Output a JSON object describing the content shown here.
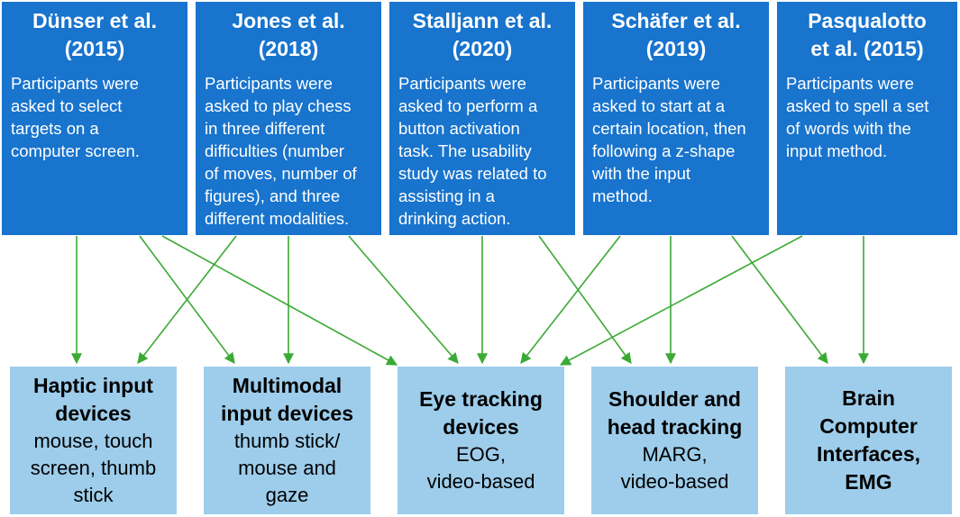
{
  "studies": [
    {
      "title": "Dünser et al.\n(2015)",
      "desc": "Participants were\nasked to select\ntargets on a\ncomputer screen."
    },
    {
      "title": "Jones et al.\n(2018)",
      "desc": "Participants were\nasked to play chess\nin three different\ndifficulties (number\nof moves, number of\nfigures), and three\ndifferent modalities."
    },
    {
      "title": "Stalljann et al.\n(2020)",
      "desc": "Participants were\nasked to perform a\nbutton activation\ntask. The usability\nstudy was related to\nassisting in a\ndrinking action."
    },
    {
      "title": "Schäfer et al.\n(2019)",
      "desc": "Participants were\nasked to start at a\ncertain location, then\nfollowing a z-shape\nwith the input\nmethod."
    },
    {
      "title": "Pasqualotto\net al. (2015)",
      "desc": "Participants were\nasked to spell a set\nof words with the\ninput method."
    }
  ],
  "categories": [
    {
      "title": "Haptic input\ndevices",
      "desc": "mouse, touch\nscreen, thumb\nstick"
    },
    {
      "title": "Multimodal\ninput devices",
      "desc": "thumb stick/\nmouse and\ngaze"
    },
    {
      "title": "Eye tracking\ndevices",
      "desc": "EOG,\nvideo-based"
    },
    {
      "title": "Shoulder and\nhead tracking",
      "desc": "MARG,\nvideo-based"
    },
    {
      "title": "Brain\nComputer\nInterfaces,\nEMG",
      "desc": ""
    }
  ],
  "colors": {
    "study_box": "#1874cd",
    "category_box": "#9dcdeb",
    "arrow": "#3aaa35"
  }
}
